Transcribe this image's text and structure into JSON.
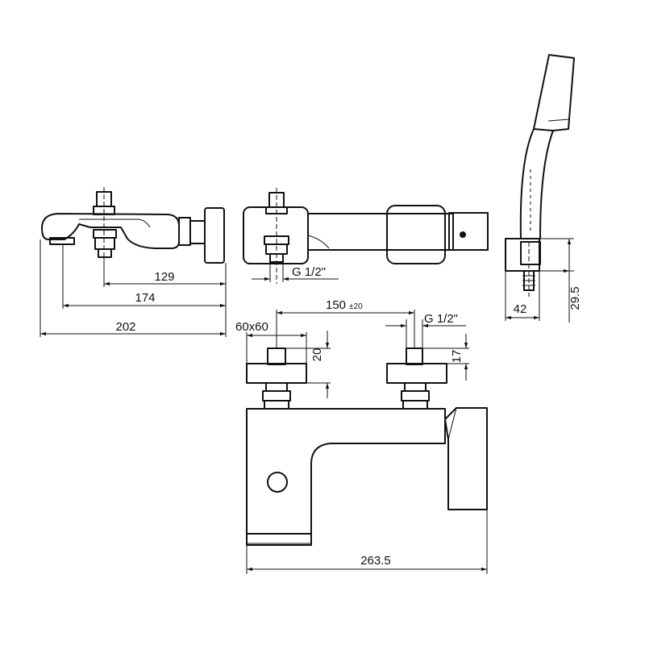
{
  "dimensions": {
    "d129": "129",
    "d174": "174",
    "d202": "202",
    "g_half_side": "G  1/2\"",
    "d150": "150",
    "d150_tol": "±20",
    "g_half_front": "G  1/2\"",
    "d60x60": "60x60",
    "d20": "20",
    "d17": "17",
    "d263_5": "263.5",
    "d29_5": "29.5",
    "d42": "42"
  }
}
